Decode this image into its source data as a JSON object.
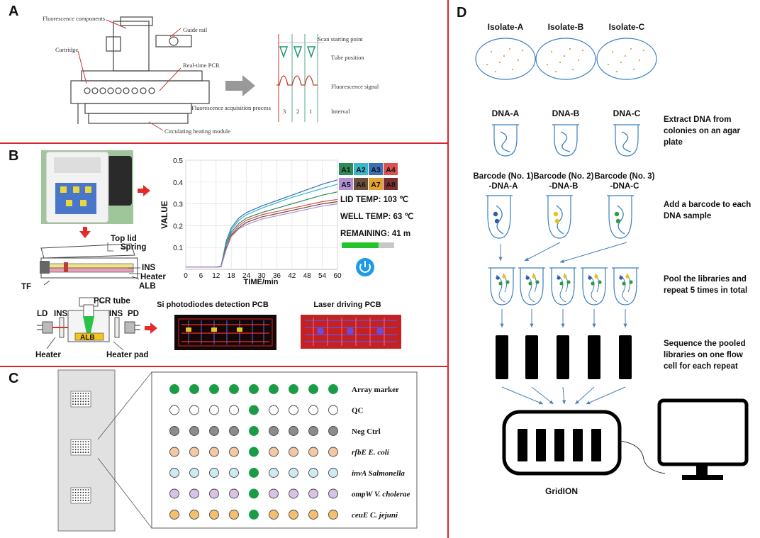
{
  "panels": {
    "a": "A",
    "b": "B",
    "c": "C",
    "d": "D"
  },
  "panel_a": {
    "device_labels": [
      "Fluorescence components",
      "Guide rail",
      "Cartridge",
      "Real-time PCR",
      "Fluorescence acquisition process",
      "Circulating heating module"
    ],
    "signal_labels": [
      "Scan starting point",
      "Tube position",
      "Fluorescence signal",
      "Interval"
    ],
    "interval_numbers": [
      "3",
      "2",
      "1"
    ]
  },
  "panel_b": {
    "structure_labels": [
      "Top lid",
      "Spring",
      "INS",
      "Heater",
      "ALB",
      "TF"
    ],
    "optics_labels": {
      "pcr_tube": "PCR tube",
      "ld": "LD",
      "ins_left": "INS",
      "ins_right": "INS",
      "pd": "PD",
      "alb": "ALB",
      "heater": "Heater",
      "heater_pad": "Heater pad"
    },
    "pcb_labels": [
      "Si photodiodes detection PCB",
      "Laser driving PCB"
    ],
    "status": {
      "lid": "LID TEMP: 103 ℃",
      "well": "WELL TEMP: 63 ℃",
      "remaining": "REMAINING: 41 m"
    },
    "wells_top": [
      "A1",
      "A2",
      "A3",
      "A4"
    ],
    "wells_bottom": [
      "A5",
      "A6",
      "A7",
      "A8"
    ],
    "well_colors": [
      "#2e8b57",
      "#39b7c8",
      "#3b6fb6",
      "#d9534f",
      "#b08fd6",
      "#6b4f3a",
      "#e3a230",
      "#7a3030"
    ],
    "progress": 0.7
  },
  "chart_data": {
    "type": "line",
    "xlabel": "TIME/min",
    "ylabel": "VALUE",
    "x_ticks": [
      "0",
      "6",
      "12",
      "18",
      "24",
      "30",
      "36",
      "42",
      "48",
      "54",
      "60"
    ],
    "y_ticks": [
      "0.1",
      "0.2",
      "0.3",
      "0.4",
      "0.5"
    ],
    "xlim": [
      0,
      60
    ],
    "ylim": [
      0,
      0.5
    ],
    "grid": true,
    "x": [
      0,
      6,
      12,
      14,
      16,
      18,
      21,
      24,
      30,
      36,
      42,
      48,
      54,
      60
    ],
    "series": [
      {
        "color": "#3b6fb6",
        "values": [
          0.01,
          0.01,
          0.01,
          0.015,
          0.13,
          0.19,
          0.235,
          0.26,
          0.29,
          0.315,
          0.34,
          0.365,
          0.39,
          0.41
        ]
      },
      {
        "color": "#39b7c8",
        "values": [
          0.01,
          0.01,
          0.01,
          0.015,
          0.12,
          0.18,
          0.225,
          0.25,
          0.28,
          0.305,
          0.33,
          0.35,
          0.37,
          0.39
        ]
      },
      {
        "color": "#2e8b57",
        "values": [
          0.01,
          0.01,
          0.01,
          0.015,
          0.115,
          0.17,
          0.21,
          0.235,
          0.26,
          0.28,
          0.3,
          0.32,
          0.34,
          0.355
        ]
      },
      {
        "color": "#d9534f",
        "values": [
          0.01,
          0.01,
          0.01,
          0.012,
          0.1,
          0.16,
          0.2,
          0.225,
          0.25,
          0.265,
          0.28,
          0.295,
          0.31,
          0.32
        ]
      },
      {
        "color": "#6b4f3a",
        "values": [
          0.01,
          0.01,
          0.01,
          0.012,
          0.095,
          0.155,
          0.19,
          0.215,
          0.24,
          0.255,
          0.27,
          0.285,
          0.3,
          0.31
        ]
      },
      {
        "color": "#b08fd6",
        "values": [
          0.01,
          0.01,
          0.01,
          0.012,
          0.09,
          0.15,
          0.185,
          0.205,
          0.23,
          0.245,
          0.26,
          0.275,
          0.29,
          0.3
        ]
      }
    ]
  },
  "panel_c": {
    "row_labels": [
      "Array marker",
      "QC",
      "Neg Ctrl",
      "rfbE  E. coli",
      "invA Salmonella",
      "ompW V. cholerae",
      "ceuE  C. jejuni"
    ],
    "row_colors": [
      "#1a9c47",
      "#ffffff",
      "#8c8c8c",
      "#f2c9a4",
      "#cdeaf0",
      "#d9c3e3",
      "#f2c070"
    ]
  },
  "panel_d": {
    "isolates": [
      "Isolate-A",
      "Isolate-B",
      "Isolate-C"
    ],
    "dnas": [
      "DNA-A",
      "DNA-B",
      "DNA-C"
    ],
    "barcodes": [
      [
        "Barcode (No. 1)",
        "-DNA-A"
      ],
      [
        "Barcode (No. 2)",
        "-DNA-B"
      ],
      [
        "Barcode (No. 3)",
        "-DNA-C"
      ]
    ],
    "barcode_colors": [
      "#2e5fa8",
      "#e8c21c",
      "#2f9a47"
    ],
    "steps": [
      [
        "Extract DNA from",
        "colonies on an agar",
        "plate"
      ],
      [
        "Add a barcode to each",
        "DNA sample"
      ],
      [
        "Pool the libraries and",
        "repeat 5 times in total"
      ],
      [
        "Sequence the pooled",
        "libraries on one flow",
        "cell for each repeat"
      ]
    ],
    "device": "GridION"
  }
}
